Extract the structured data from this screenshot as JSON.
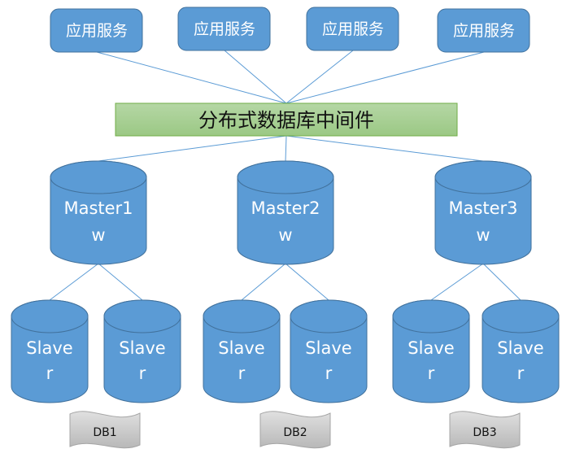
{
  "app_services": [
    "应用服务",
    "应用服务",
    "应用服务",
    "应用服务"
  ],
  "middleware": "分布式数据库中间件",
  "masters": [
    {
      "line1": "Master1",
      "line2": "w"
    },
    {
      "line1": "Master2",
      "line2": "w"
    },
    {
      "line1": "Master3",
      "line2": "w"
    }
  ],
  "slaves": [
    {
      "line1": "Slave",
      "line2": "r"
    },
    {
      "line1": "Slave",
      "line2": "r"
    },
    {
      "line1": "Slave",
      "line2": "r"
    },
    {
      "line1": "Slave",
      "line2": "r"
    },
    {
      "line1": "Slave",
      "line2": "r"
    },
    {
      "line1": "Slave",
      "line2": "r"
    }
  ],
  "db_labels": [
    "DB1",
    "DB2",
    "DB3"
  ],
  "colors": {
    "node": "#5b9bd5",
    "node_border": "#41719c",
    "line": "#5b9bd5",
    "middleware_top": "#b5d7a5",
    "middleware_bottom": "#9bc884",
    "middleware_border": "#70ad47",
    "banner": "#c9c9c9"
  }
}
